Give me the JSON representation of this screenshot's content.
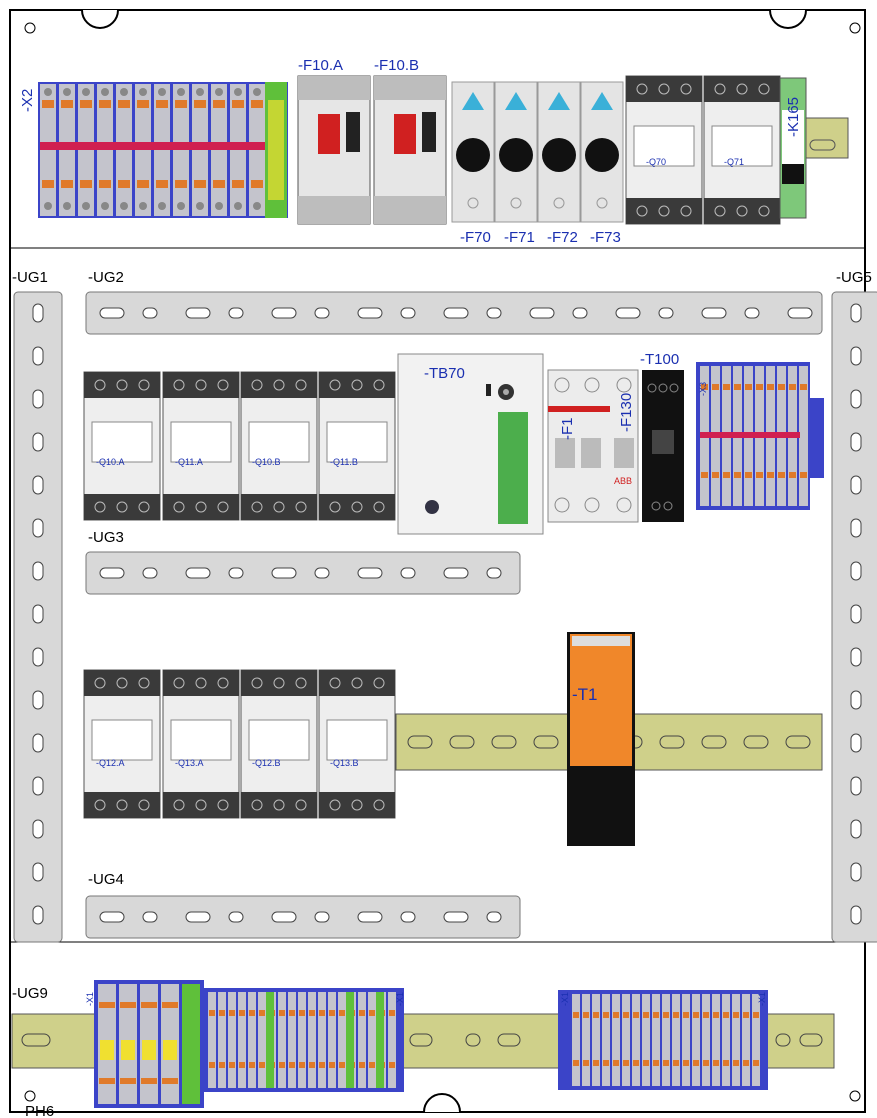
{
  "labels": {
    "x2": "-X2",
    "f10a": "-F10.A",
    "f10b": "-F10.B",
    "f70": "-F70",
    "f71": "-F71",
    "f72": "-F72",
    "f73": "-F73",
    "q70": "-Q70",
    "q71": "-Q71",
    "k165": "-K165",
    "ug1": "-UG1",
    "ug2": "-UG2",
    "ug3": "-UG3",
    "ug4": "-UG4",
    "ug5": "-UG5",
    "ug9": "-UG9",
    "q10a": "-Q10.A",
    "q11a": "-Q11.A",
    "q10b": "-Q10.B",
    "q11b": "-Q11.B",
    "q12a": "-Q12.A",
    "q13a": "-Q13.A",
    "q12b": "-Q12.B",
    "q13b": "-Q13.B",
    "tb70": "-TB70",
    "f1": "-F1",
    "f130": "-F130",
    "t100": "-T100",
    "x3": "-X3",
    "t1": "-T1",
    "x1": "-X1",
    "ph6": "-PH6",
    "abb": "ABB"
  },
  "colors": {
    "frame": "#000000",
    "rail": "#cfd08a",
    "duct": "#d8d8d8",
    "terminal_blue": "#3b44c8",
    "terminal_orange": "#e07a2a",
    "pe_green": "#5fc03a",
    "pe_yellow": "#f0e030",
    "contactor_dark": "#3a3a3a",
    "psu_orange": "#f0872a",
    "tag_blue": "#1a2fb0"
  }
}
